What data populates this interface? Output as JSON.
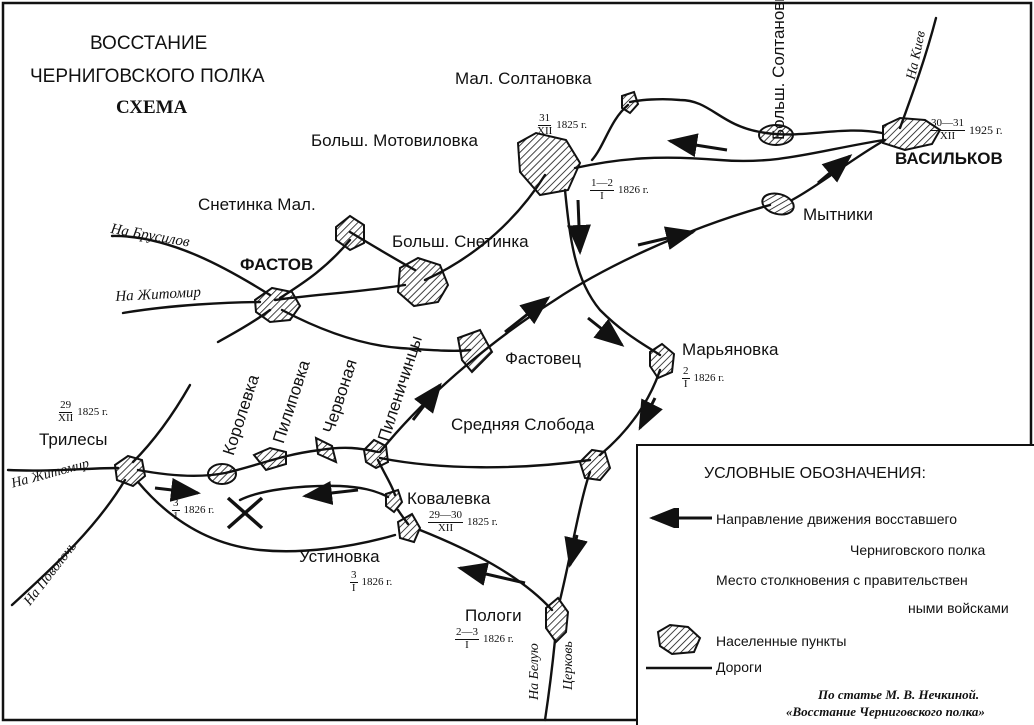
{
  "title": {
    "line1": "ВОССТАНИЕ",
    "line2": "ЧЕРНИГОВСКОГО ПОЛКА",
    "line3": "СХЕМА"
  },
  "places": {
    "mal_soltanovka": "Мал. Солтановка",
    "bolsh_soltanovka": "Больш. Солтановка",
    "bolsh_motovilovka": "Больш. Мотовиловка",
    "vasilkov": "ВАСИЛЬКОВ",
    "mytniki": "Мытники",
    "snetinka_mal": "Снетинка Мал.",
    "bolsh_snetinka": "Больш. Снетинка",
    "fastov": "ФАСТОВ",
    "fastovets": "Фастовец",
    "maryanovka": "Марьяновка",
    "srednyaya_sloboda": "Средняя Слобода",
    "trilesy": "Трилесы",
    "korolevka": "Королевка",
    "pilipovka": "Пилиповка",
    "chervonaya": "Червоная",
    "pilenichintsy": "Пиленичинцы",
    "kovalevka": "Ковалевка",
    "ustinovka": "Устиновка",
    "pologi": "Пологи"
  },
  "roads": {
    "kiev": "На Киев",
    "brusilov": "На Брусилов",
    "zhitomir_fastov": "На Житомир",
    "zhitomir_trilesy": "На Житомир",
    "povoloch": "На Поволочь",
    "belaya_tserkov_1": "На Белую",
    "belaya_tserkov_2": "Церковь"
  },
  "dates": {
    "vasilkov": {
      "num": "30—31",
      "den": "XII",
      "year": "1925 г."
    },
    "motovilovka_a": {
      "num": "31",
      "den": "XII",
      "year": "1825 г."
    },
    "motovilovka_b": {
      "num": "1—2",
      "den": "I",
      "year": "1826 г."
    },
    "maryanovka": {
      "num": "2",
      "den": "I",
      "year": "1826 г."
    },
    "trilesy": {
      "num": "29",
      "den": "XII",
      "year": "1825 г."
    },
    "battle": {
      "num": "3",
      "den": "1",
      "year": "1826 г."
    },
    "kovalevka": {
      "num": "29—30",
      "den": "XII",
      "year": "1825 г."
    },
    "ustinovka": {
      "num": "3",
      "den": "I",
      "year": "1826 г."
    },
    "pologi": {
      "num": "2—3",
      "den": "I",
      "year": "1826 г."
    }
  },
  "legend": {
    "title": "УСЛОВНЫЕ ОБОЗНАЧЕНИЯ:",
    "direction_1": "Направление   движения восставшего",
    "direction_2": "Черниговского полка",
    "clash_1": "Место столкновения с правительствен",
    "clash_2": "ными войсками",
    "settlements": "Населенные пункты",
    "roads": "Дороги"
  },
  "source": {
    "line1": "По статье М. В. Нечкиной.",
    "line2": "«Восстание Черниговского полка»"
  },
  "colors": {
    "ink": "#111111",
    "paper": "#ffffff"
  }
}
